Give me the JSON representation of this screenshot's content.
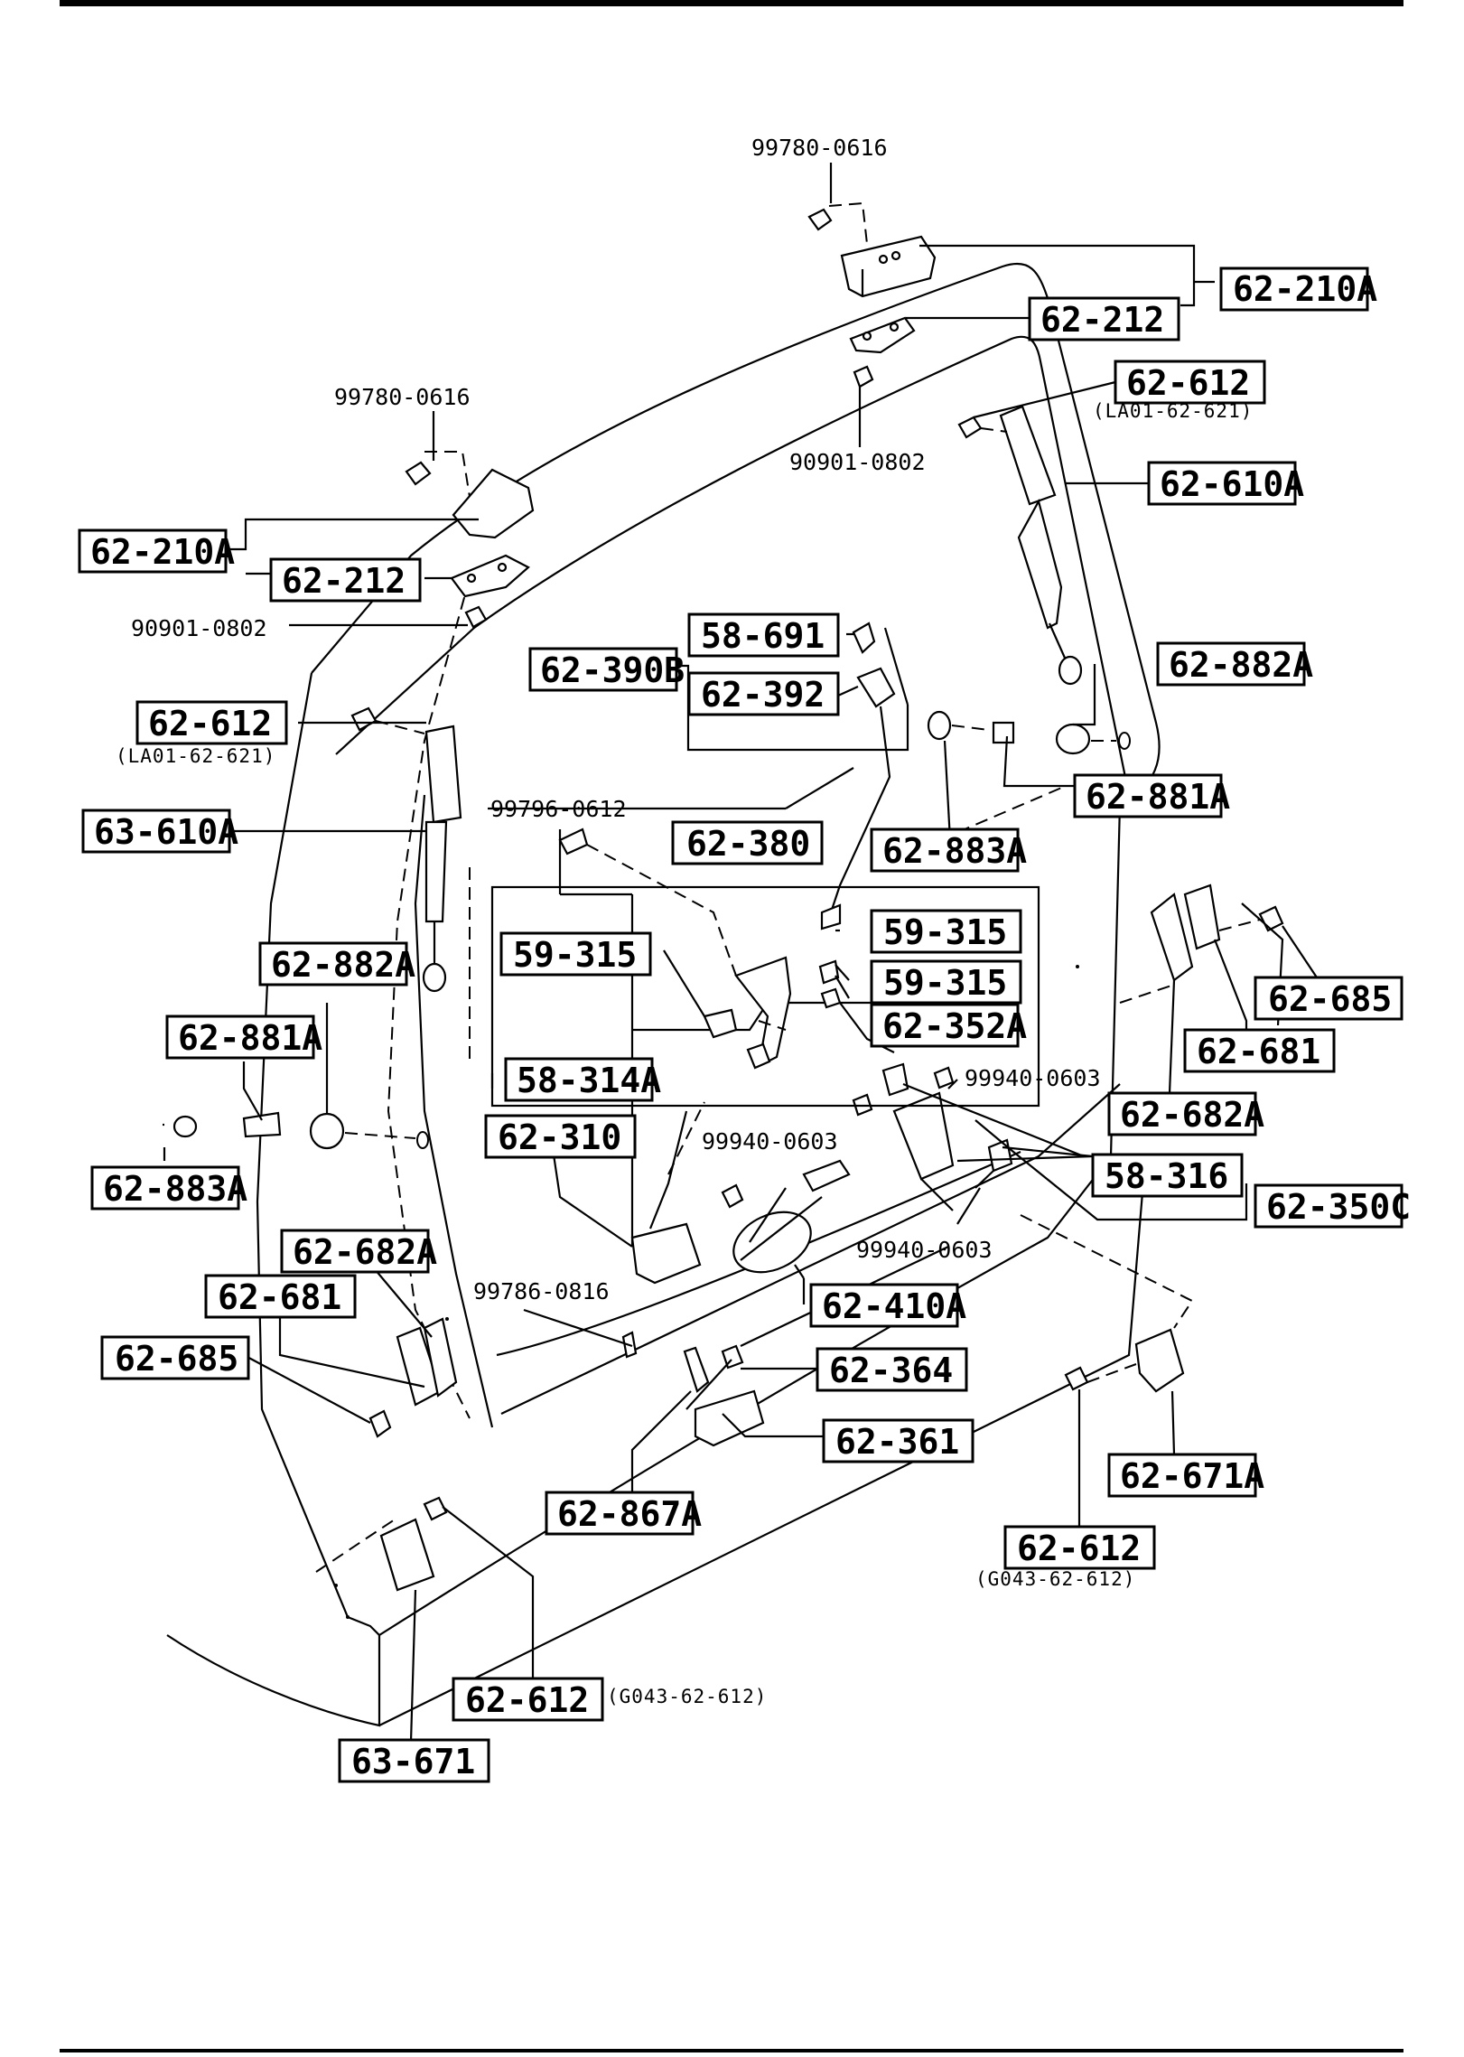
{
  "labels": {
    "p62_210A_top": "62-210A",
    "p62_212_top": "62-212",
    "p99780_top": "99780-0616",
    "p90901_top": "90901-0802",
    "p62_612_top": "62-612",
    "p62_612_top_note": "(LA01-62-621)",
    "p62_610A": "62-610A",
    "p99780_left": "99780-0616",
    "p62_210A_left": "62-210A",
    "p62_212_left": "62-212",
    "p90901_left": "90901-0802",
    "p58_691": "58-691",
    "p62_390B": "62-390B",
    "p62_392": "62-392",
    "p62_882A_right": "62-882A",
    "p62_612_left": "62-612",
    "p62_612_left_note": "(LA01-62-621)",
    "p63_610A": "63-610A",
    "p62_881A_right": "62-881A",
    "p99796": "99796-0612",
    "p62_380": "62-380",
    "p62_883A_center": "62-883A",
    "p59_315_r1": "59-315",
    "p59_315_left": "59-315",
    "p59_315_r2": "59-315",
    "p62_352A": "62-352A",
    "p62_685_right": "62-685",
    "p62_882A_left": "62-882A",
    "p99940_a": "99940-0603",
    "p62_681_right": "62-681",
    "p62_881A_left": "62-881A",
    "p58_314A": "58-314A",
    "p62_682A_right": "62-682A",
    "p62_883A_left": "62-883A",
    "p62_310": "62-310",
    "p99940_b": "99940-0603",
    "p58_316": "58-316",
    "p62_350C": "62-350C",
    "p99940_c": "99940-0603",
    "p62_682A_left": "62-682A",
    "p62_681_left": "62-681",
    "p99786": "99786-0816",
    "p62_410A": "62-410A",
    "p62_685_left": "62-685",
    "p62_364": "62-364",
    "p62_361": "62-361",
    "p62_671A": "62-671A",
    "p62_867A": "62-867A",
    "p62_612_r": "62-612",
    "p62_612_r_note": "(G043-62-612)",
    "p62_612_bottom": "62-612",
    "p62_612_bottom_note": "(G043-62-612)",
    "p63_671": "63-671"
  }
}
